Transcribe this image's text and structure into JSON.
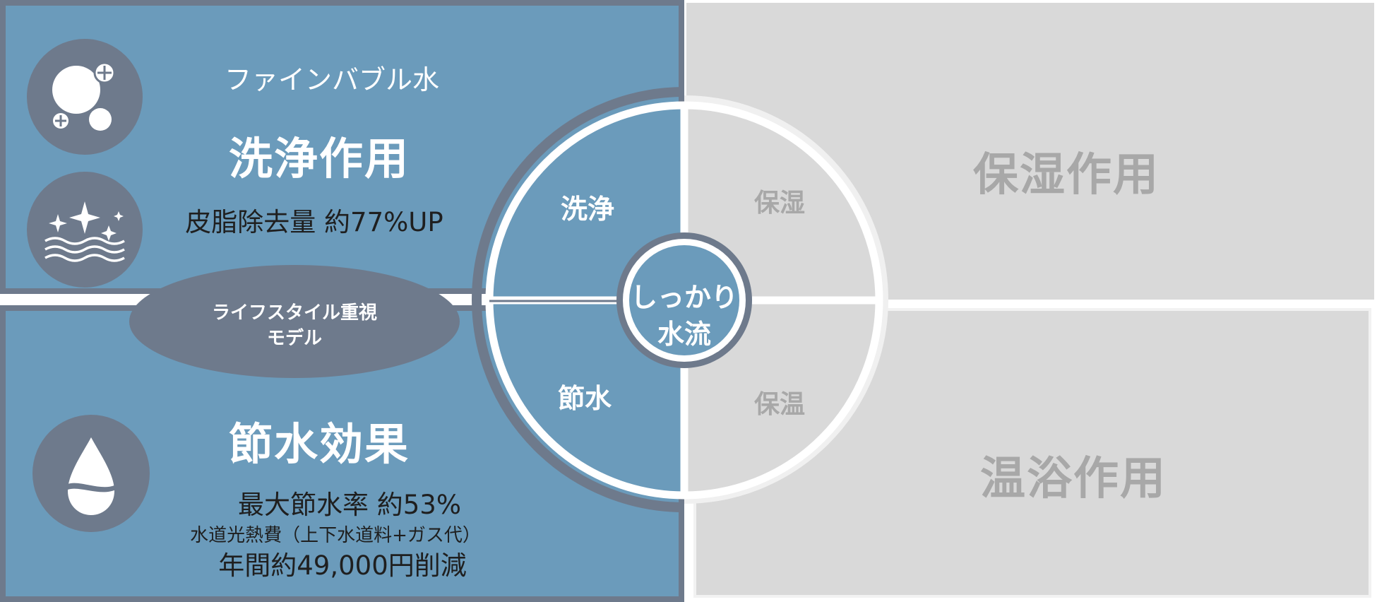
{
  "colors": {
    "blue_panel": "#6b9bbb",
    "slate": "#6e7a8c",
    "gray_panel": "#d9d9d9",
    "gray_text": "#a8a8a8",
    "white": "#ffffff",
    "dark_text": "#1f1f1f"
  },
  "cleaning": {
    "subtitle": "ファインバブル水",
    "title": "洗浄作用",
    "detail": "皮脂除去量 約77%UP",
    "icons": [
      "bubbles-icon",
      "sparkle-wave-icon"
    ]
  },
  "water_saving": {
    "title": "節水効果",
    "detail_1": "最大節水率 約53%",
    "detail_2": "水道光熱費（上下水道料+ガス代）",
    "detail_3": "年間約49,000円削減",
    "icons": [
      "water-drop-icon"
    ]
  },
  "moisture": {
    "title": "保湿作用"
  },
  "warm_bath": {
    "title": "温浴作用"
  },
  "model_badge": {
    "line_1": "ライフスタイル重視",
    "line_2": "モデル"
  },
  "wheel": {
    "center_line_1": "しっかり",
    "center_line_2": "水流",
    "top_left": "洗浄",
    "bottom_left": "節水",
    "top_right": "保湿",
    "bottom_right": "保温"
  }
}
